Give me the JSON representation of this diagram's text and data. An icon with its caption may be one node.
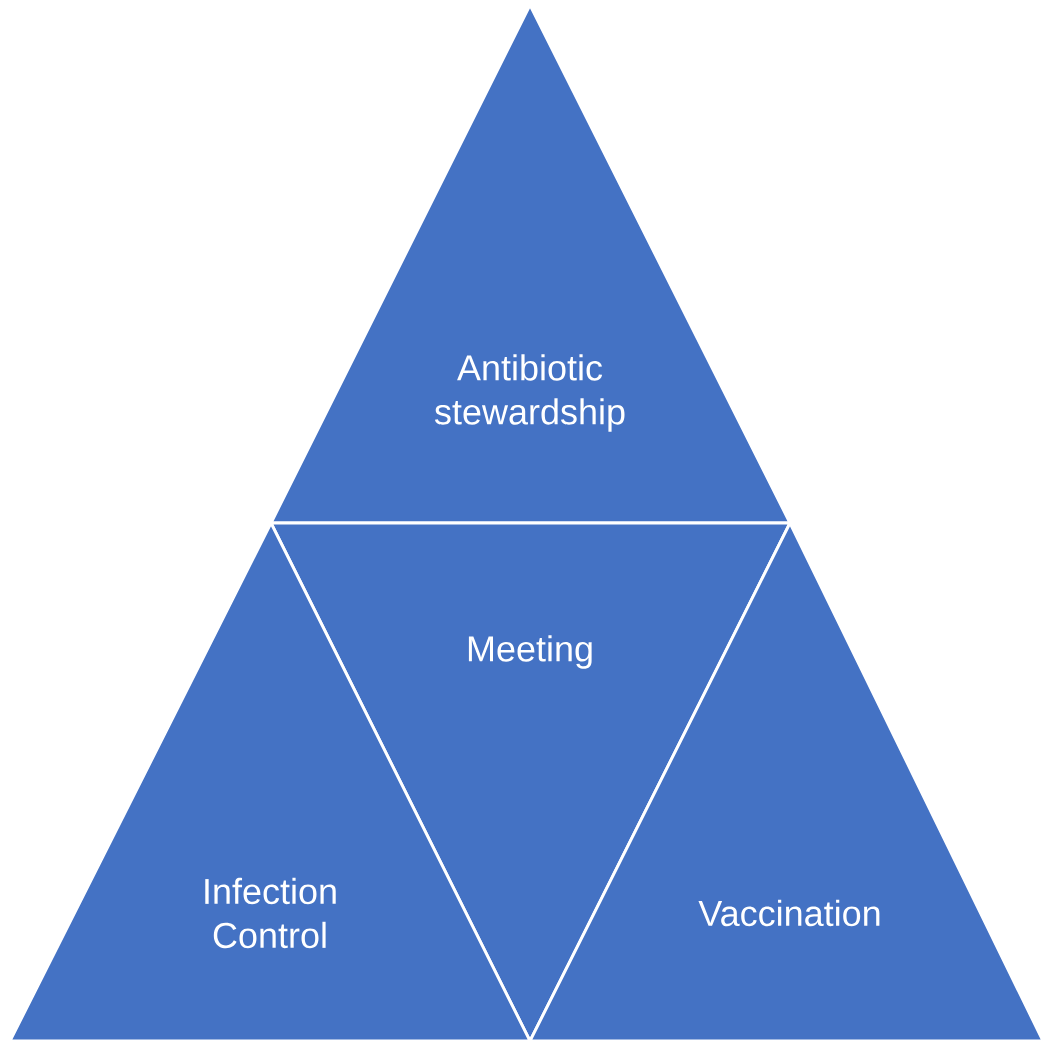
{
  "diagram": {
    "nodes": [
      {
        "text": [
          "Antibiotic stewardship"
        ]
      },
      {
        "text": [
          "Meeting"
        ]
      },
      {
        "text": [
          "Infection Control"
        ]
      },
      {
        "text": [
          "Vaccination"
        ]
      }
    ]
  }
}
